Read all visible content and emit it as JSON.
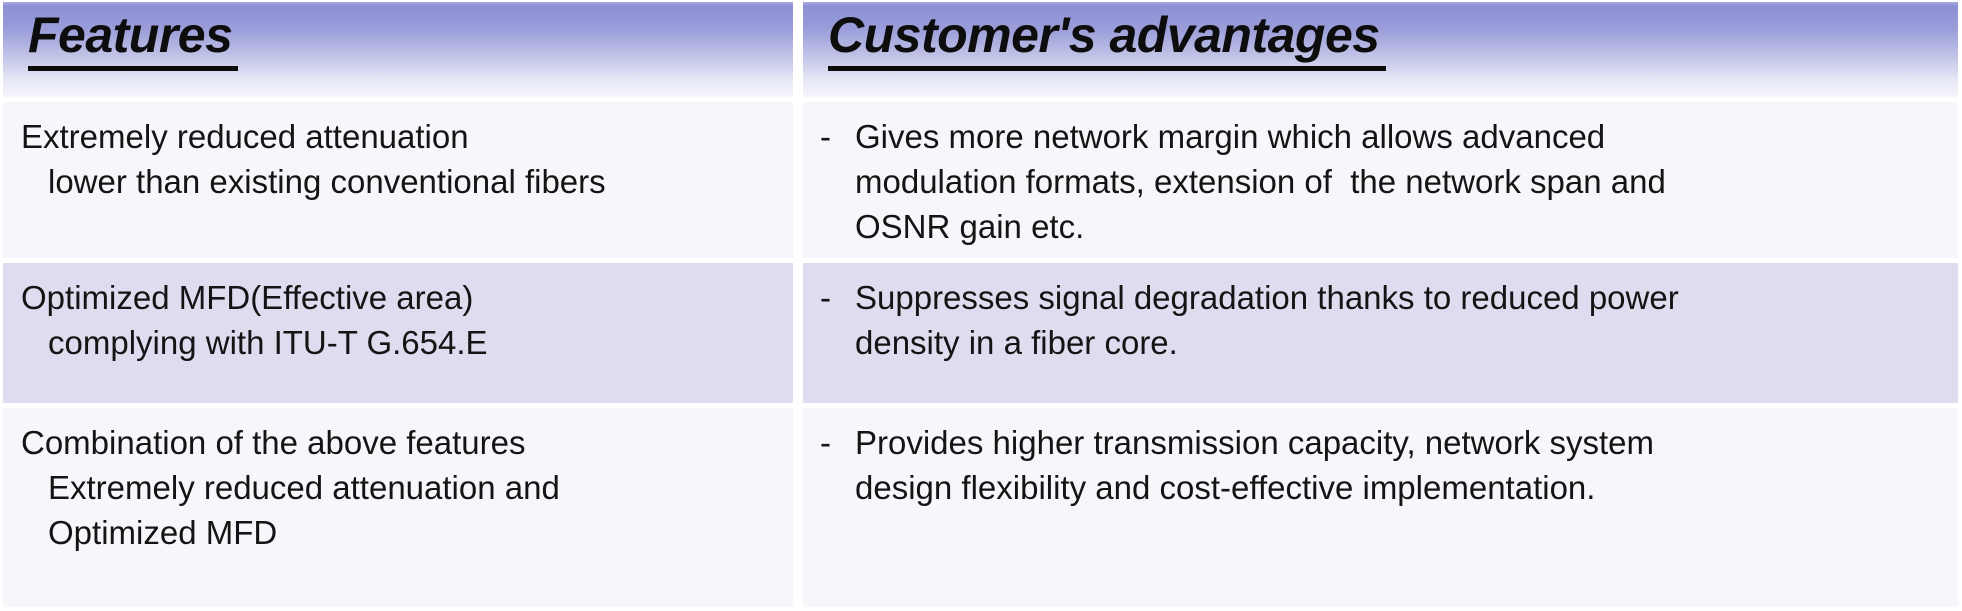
{
  "table": {
    "headers": {
      "features": "Features",
      "advantages": "Customer's advantages"
    },
    "rows": [
      {
        "feature": {
          "lines": [
            "Extremely reduced attenuation",
            "lower than existing conventional fibers"
          ]
        },
        "advantage": {
          "bullet": "-",
          "lines": [
            "Gives more network margin which allows advanced",
            "modulation formats, extension of  the network span and",
            "OSNR gain etc."
          ]
        }
      },
      {
        "feature": {
          "lines": [
            "Optimized MFD(Effective area)",
            "complying with ITU-T G.654.E"
          ]
        },
        "advantage": {
          "bullet": "-",
          "lines": [
            "Suppresses signal degradation thanks to reduced power",
            "density in a fiber core."
          ]
        }
      },
      {
        "feature": {
          "lines": [
            "Combination of the above features",
            "Extremely reduced attenuation and",
            "Optimized MFD"
          ]
        },
        "advantage": {
          "bullet": "-",
          "lines": [
            "Provides higher transmission capacity, network system",
            "design flexibility and cost-effective implementation."
          ]
        }
      }
    ]
  },
  "colors": {
    "header_gradient_top": "#8c90d5",
    "header_gradient_bottom": "#f5f5fb",
    "row_light": "#f7f7fb",
    "row_lavender": "#dedcee",
    "gutter": "#ffffff",
    "text": "#141414"
  }
}
